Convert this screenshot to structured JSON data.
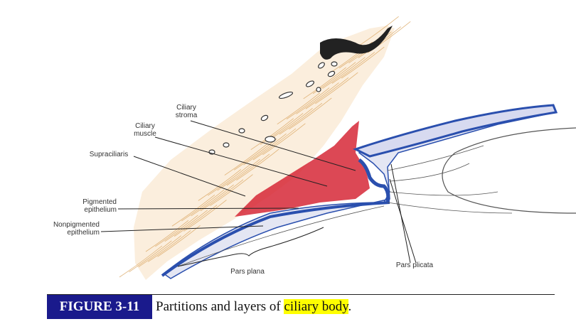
{
  "labels": {
    "ciliary_stroma": [
      "Ciliary",
      "stroma"
    ],
    "ciliary_muscle": [
      "Ciliary",
      "muscle"
    ],
    "supraciliaris": "Supraciliaris",
    "pigmented_epithelium": [
      "Pigmented",
      "epithelium"
    ],
    "nonpigmented_epithelium": [
      "Nonpigmented",
      "epithelium"
    ],
    "pars_plana": "Pars plana",
    "pars_plicata": "Pars plicata"
  },
  "caption": {
    "figure_number": "FIGURE 3-11",
    "text_before": "Partitions and layers of ",
    "highlight": "ciliary body",
    "text_after": "."
  },
  "colors": {
    "sclera_fibers": "#d9a35c",
    "ciliary_muscle": "#d42030",
    "epithelium": "#2a4fae",
    "stroma": "#e4e6f3",
    "caption_badge": "#1a1a8c",
    "highlight": "#ffff00"
  }
}
